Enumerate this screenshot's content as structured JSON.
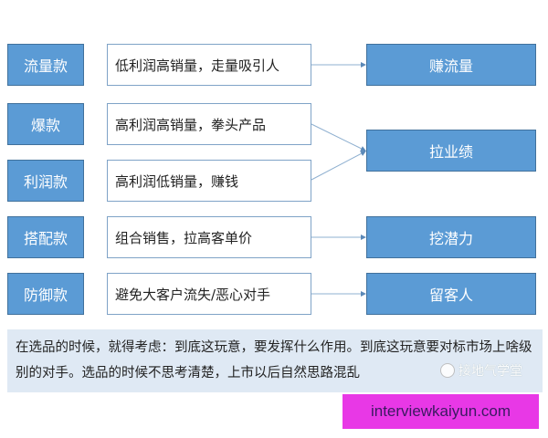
{
  "diagram": {
    "rows": [
      {
        "type": "流量款",
        "desc": "低利润高销量，走量吸引人"
      },
      {
        "type": "爆款",
        "desc": "高利润高销量，拳头产品"
      },
      {
        "type": "利润款",
        "desc": "高利润低销量，赚钱"
      },
      {
        "type": "搭配款",
        "desc": "组合销售，拉高客单价"
      },
      {
        "type": "防御款",
        "desc": "避免大客户流失/恶心对手"
      }
    ],
    "goals": [
      {
        "label": "赚流量",
        "from": [
          "流量款"
        ]
      },
      {
        "label": "拉业绩",
        "from": [
          "爆款",
          "利润款"
        ]
      },
      {
        "label": "挖潜力",
        "from": [
          "搭配款"
        ]
      },
      {
        "label": "留客人",
        "from": [
          "防御款"
        ]
      }
    ],
    "colors": {
      "box_fill": "#5b9bd5",
      "box_border": "#41719c",
      "note_bg": "#dfe9f4",
      "banner_bg": "#e838e6"
    }
  },
  "note": {
    "text": "在选品的时候，就得考虑：到底这玩意，要发挥什么作用。到底这玩意要对标市场上啥级别的对手。选品的时候不思考清楚，上市以后自然思路混乱"
  },
  "watermark": {
    "label": "接地气学堂",
    "icon": "wechat-icon"
  },
  "banner": {
    "text": "interviewkaiyun.com"
  }
}
